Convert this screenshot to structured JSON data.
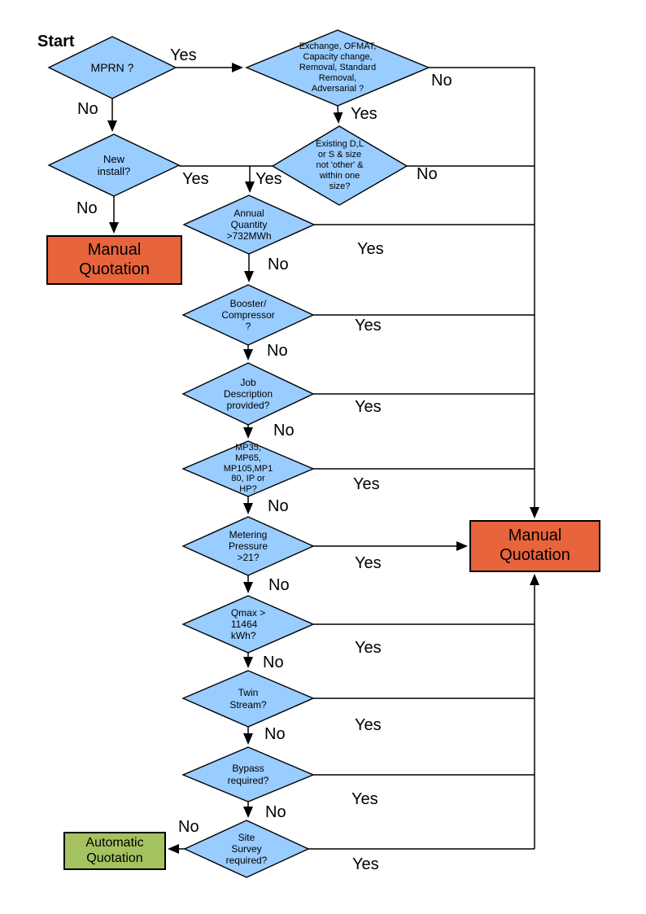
{
  "colors": {
    "decision_fill": "#99CCFF",
    "manual_fill": "#E8643C",
    "automatic_fill": "#A5C261",
    "connector": "#000000"
  },
  "start_label": "Start",
  "nodes": {
    "mprn": {
      "type": "decision",
      "label": "MPRN ?"
    },
    "exchange": {
      "type": "decision",
      "label": "Exchange, OFMAT,\nCapacity change,\nRemoval, Standard\nRemoval,\nAdversarial ?"
    },
    "new_install": {
      "type": "decision",
      "label": "New\ninstall?"
    },
    "existing": {
      "type": "decision",
      "label": "Existing D,L\nor S & size\nnot 'other' &\nwithin one\nsize?"
    },
    "annual": {
      "type": "decision",
      "label": "Annual\nQuantity\n>732MWh"
    },
    "booster": {
      "type": "decision",
      "label": "Booster/\nCompressor\n?"
    },
    "job": {
      "type": "decision",
      "label": "Job\nDescription\nprovided?"
    },
    "mp": {
      "type": "decision",
      "label": "MP35,\nMP65,\nMP105,MP1\n80, IP or\nHP?"
    },
    "metering": {
      "type": "decision",
      "label": "Metering\nPressure\n>21?"
    },
    "qmax": {
      "type": "decision",
      "label": "Qmax >\n11464\nkWh?"
    },
    "twin": {
      "type": "decision",
      "label": "Twin\nStream?"
    },
    "bypass": {
      "type": "decision",
      "label": "Bypass\nrequired?"
    },
    "site_survey": {
      "type": "decision",
      "label": "Site\nSurvey\nrequired?"
    },
    "manual_left": {
      "type": "terminal",
      "label": "Manual\nQuotation"
    },
    "manual_right": {
      "type": "terminal",
      "label": "Manual\nQuotation"
    },
    "automatic": {
      "type": "terminal",
      "label": "Automatic\nQuotation"
    }
  },
  "edge_labels": {
    "mprn_yes": "Yes",
    "mprn_no": "No",
    "exchange_no": "No",
    "exchange_yes": "Yes",
    "new_install_yes": "Yes",
    "new_install_no": "No",
    "existing_yes": "Yes",
    "existing_no": "No",
    "annual_yes": "Yes",
    "annual_no": "No",
    "booster_yes": "Yes",
    "booster_no": "No",
    "job_yes": "Yes",
    "job_no": "No",
    "mp_yes": "Yes",
    "mp_no": "No",
    "metering_yes": "Yes",
    "metering_no": "No",
    "qmax_yes": "Yes",
    "qmax_no": "No",
    "twin_yes": "Yes",
    "twin_no": "No",
    "bypass_yes": "Yes",
    "bypass_no": "No",
    "site_yes": "Yes",
    "site_no": "No"
  }
}
